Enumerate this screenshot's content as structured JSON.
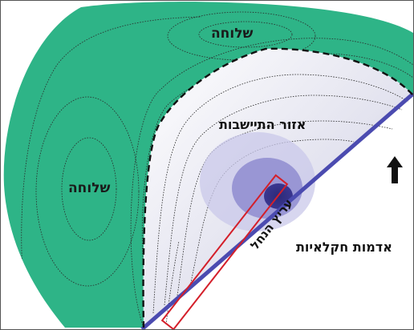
{
  "labels": {
    "top_periphery": "שלוחה",
    "left_periphery": "שלוחה",
    "settlement_zone": "אזור התיישבות",
    "farmland": "אדמות חקלאיות",
    "river_corridor": "עריץ הנחל"
  },
  "icons": {
    "direction_arrow": "up-arrow-icon"
  },
  "colors": {
    "spur_fill": "#2eb487",
    "valley_fill_light": "#ffffff",
    "valley_fill_dark": "#b8b8d4",
    "valley_edge_line": "#4b4bb0",
    "core_dark": "#2c2a78",
    "core_mid": "#6f6cc0",
    "core_light": "#a7a5dc",
    "corridor_outline": "#d41f2a",
    "contour_line": "#2b2b2b",
    "boundary_dash": "#111111"
  }
}
